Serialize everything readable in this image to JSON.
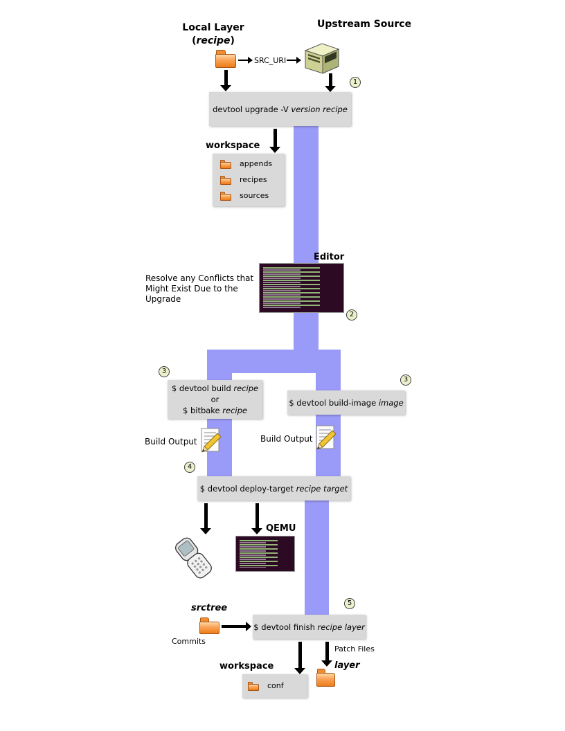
{
  "colors": {
    "band": "#9a9af8",
    "box-bg": "#d9d9d9",
    "terminal-bg": "#2d0a24",
    "step-circle-bg": "#edf0cd"
  },
  "steps": {
    "one": "1",
    "two": "2",
    "three_left": "3",
    "three_right": "3",
    "four": "4",
    "five": "5"
  },
  "nodes": {
    "local_layer": {
      "title": "Local Layer",
      "paren_open": "(",
      "recipe": "recipe",
      "paren_close": ")"
    },
    "upstream_source": "Upstream Source",
    "src_uri": "SRC_URI",
    "workspace_top": {
      "label": "workspace",
      "items": [
        "appends",
        "recipes",
        "sources"
      ]
    },
    "editor": "Editor",
    "conflicts_note": {
      "line1": "Resolve any Conflicts that",
      "line2": "Might Exist Due to the",
      "line3": "Upgrade"
    },
    "build_output_left": "Build Output",
    "build_output_right": "Build Output",
    "qemu": "QEMU",
    "srctree": "srctree",
    "commits": "Commits",
    "patch_files": "Patch Files",
    "workspace_bottom": {
      "label": "workspace",
      "items": [
        "conf"
      ]
    },
    "layer": "layer"
  },
  "commands": {
    "upgrade": {
      "plain": "devtool upgrade -V ",
      "em": "version recipe"
    },
    "build": {
      "plain": "$ devtool build ",
      "em": "recipe"
    },
    "build_or": "or",
    "bitbake": {
      "plain": "$ bitbake ",
      "em": "recipe"
    },
    "build_image": {
      "plain": "$ devtool build-image ",
      "em": "image"
    },
    "deploy": {
      "plain": "$ devtool deploy-target ",
      "em": "recipe target"
    },
    "finish": {
      "plain": "$ devtool finish ",
      "em": "recipe layer"
    }
  }
}
